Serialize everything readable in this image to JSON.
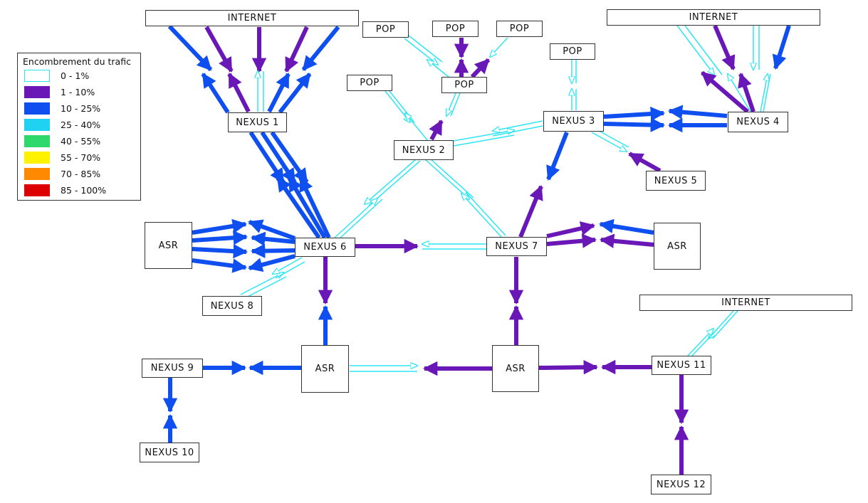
{
  "legend": {
    "title": "Encombrement du trafic",
    "items": [
      {
        "label": "0 - 1%",
        "color": "#2ee6f2",
        "outline": true
      },
      {
        "label": "1 - 10%",
        "color": "#6a17b8"
      },
      {
        "label": "10 - 25%",
        "color": "#0f4ff0"
      },
      {
        "label": "25 - 40%",
        "color": "#1fd2f2"
      },
      {
        "label": "40 - 55%",
        "color": "#2ed86b"
      },
      {
        "label": "55 - 70%",
        "color": "#fff200"
      },
      {
        "label": "70 - 85%",
        "color": "#ff8a00"
      },
      {
        "label": "85 - 100%",
        "color": "#dc0000"
      }
    ]
  },
  "nodes": {
    "internet_left": "INTERNET",
    "internet_right": "INTERNET",
    "internet_bottom": "INTERNET",
    "pop_1": "POP",
    "pop_2": "POP",
    "pop_3": "POP",
    "pop_4": "POP",
    "pop_5": "POP",
    "pop_6": "POP",
    "nexus_1": "NEXUS 1",
    "nexus_2": "NEXUS 2",
    "nexus_3": "NEXUS 3",
    "nexus_4": "NEXUS 4",
    "nexus_5": "NEXUS 5",
    "nexus_6": "NEXUS 6",
    "nexus_7": "NEXUS 7",
    "nexus_8": "NEXUS 8",
    "nexus_9": "NEXUS 9",
    "nexus_10": "NEXUS 10",
    "nexus_11": "NEXUS 11",
    "nexus_12": "NEXUS 12",
    "asr_left": "ASR",
    "asr_right": "ASR",
    "asr_bottom_left": "ASR",
    "asr_bottom_right": "ASR"
  },
  "links": [
    {
      "from": "internet_left",
      "to": "nexus_1",
      "level": "10 - 25%"
    },
    {
      "from": "internet_left",
      "to": "nexus_1",
      "level": "1 - 10%"
    },
    {
      "from": "internet_left",
      "to": "nexus_1",
      "level": "0 - 1%"
    },
    {
      "from": "internet_right",
      "to": "nexus_4",
      "level": "10 - 25%"
    },
    {
      "from": "internet_right",
      "to": "nexus_4",
      "level": "1 - 10%"
    },
    {
      "from": "internet_right",
      "to": "nexus_4",
      "level": "0 - 1%"
    },
    {
      "from": "internet_bottom",
      "to": "nexus_11",
      "level": "0 - 1%"
    },
    {
      "from": "pop_1",
      "to": "pop_4",
      "level": "0 - 1%"
    },
    {
      "from": "pop_2",
      "to": "pop_4",
      "level": "1 - 10%"
    },
    {
      "from": "pop_3",
      "to": "pop_4",
      "level": "1 - 10%"
    },
    {
      "from": "pop_4",
      "to": "nexus_2",
      "level": "0 - 1%"
    },
    {
      "from": "pop_5",
      "to": "nexus_2",
      "level": "0 - 1%"
    },
    {
      "from": "nexus_2",
      "to": "pop_4",
      "level": "1 - 10%"
    },
    {
      "from": "pop_6",
      "to": "nexus_3",
      "level": "0 - 1%"
    },
    {
      "from": "nexus_1",
      "to": "nexus_6",
      "level": "10 - 25%"
    },
    {
      "from": "nexus_2",
      "to": "nexus_3",
      "level": "0 - 1%"
    },
    {
      "from": "nexus_2",
      "to": "nexus_6",
      "level": "0 - 1%"
    },
    {
      "from": "nexus_2",
      "to": "nexus_7",
      "level": "0 - 1%"
    },
    {
      "from": "nexus_3",
      "to": "nexus_4",
      "level": "10 - 25%"
    },
    {
      "from": "nexus_3",
      "to": "nexus_5",
      "level": "0 - 1%"
    },
    {
      "from": "nexus_5",
      "to": "nexus_3",
      "level": "1 - 10%"
    },
    {
      "from": "nexus_3",
      "to": "nexus_7",
      "level": "10 - 25%"
    },
    {
      "from": "nexus_7",
      "to": "nexus_3",
      "level": "1 - 10%"
    },
    {
      "from": "asr_left",
      "to": "nexus_6",
      "level": "10 - 25%"
    },
    {
      "from": "nexus_6",
      "to": "nexus_7",
      "level": "1 - 10%"
    },
    {
      "from": "nexus_7",
      "to": "nexus_6",
      "level": "0 - 1%"
    },
    {
      "from": "asr_right",
      "to": "nexus_7",
      "level": "10 - 25%"
    },
    {
      "from": "nexus_7",
      "to": "asr_right",
      "level": "1 - 10%"
    },
    {
      "from": "nexus_8",
      "to": "nexus_6",
      "level": "0 - 1%"
    },
    {
      "from": "nexus_6",
      "to": "asr_bottom_left",
      "level": "1 - 10%"
    },
    {
      "from": "asr_bottom_left",
      "to": "nexus_6",
      "level": "10 - 25%"
    },
    {
      "from": "nexus_7",
      "to": "asr_bottom_right",
      "level": "1 - 10%"
    },
    {
      "from": "asr_bottom_right",
      "to": "nexus_7",
      "level": "1 - 10%"
    },
    {
      "from": "asr_bottom_left",
      "to": "asr_bottom_right",
      "level": "0 - 1%"
    },
    {
      "from": "asr_bottom_right",
      "to": "asr_bottom_left",
      "level": "1 - 10%"
    },
    {
      "from": "nexus_9",
      "to": "asr_bottom_left",
      "level": "10 - 25%"
    },
    {
      "from": "asr_bottom_left",
      "to": "nexus_9",
      "level": "10 - 25%"
    },
    {
      "from": "nexus_9",
      "to": "nexus_10",
      "level": "10 - 25%"
    },
    {
      "from": "nexus_10",
      "to": "nexus_9",
      "level": "10 - 25%"
    },
    {
      "from": "asr_bottom_right",
      "to": "nexus_11",
      "level": "1 - 10%"
    },
    {
      "from": "nexus_11",
      "to": "asr_bottom_right",
      "level": "1 - 10%"
    },
    {
      "from": "nexus_11",
      "to": "nexus_12",
      "level": "1 - 10%"
    },
    {
      "from": "nexus_12",
      "to": "nexus_11",
      "level": "1 - 10%"
    }
  ]
}
